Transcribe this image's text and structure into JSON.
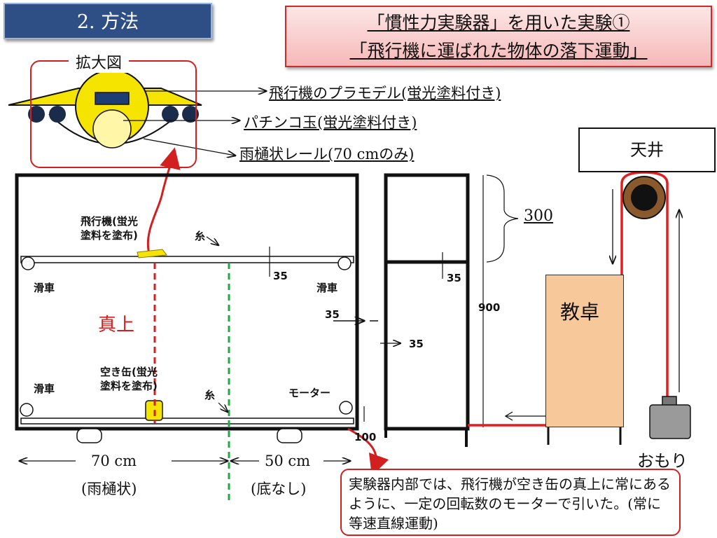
{
  "section_badge": "2.  方法",
  "title": {
    "line1": "「慣性力実験器」を用いた実験①",
    "line2": "「飛行機に運ばれた物体の落下運動」"
  },
  "zoom": {
    "title": "拡大図",
    "callouts": {
      "model": "飛行機のプラモデル(蛍光塗料付き)",
      "ball": "パチンコ玉(蛍光塗料付き)",
      "rail": "雨樋状レール(70 cmのみ)"
    }
  },
  "apparatus": {
    "plane_label_1": "飛行機(蛍光",
    "plane_label_2": "塗料を塗布)",
    "string_label": "糸",
    "pulley_label": "滑車",
    "can_label_1": "空き缶(蛍光",
    "can_label_2": "塗料を塗布)",
    "motor_label": "モーター",
    "directly_above": "真上",
    "dim_35": "35",
    "dim_300": "300",
    "dim_900": "900",
    "dim_100": "100"
  },
  "bottom": {
    "left_length": "70 cm",
    "left_note": "(雨樋状)",
    "right_length": "50 cm",
    "right_note": "(底なし)"
  },
  "room": {
    "ceiling": "天井",
    "desk": "教卓",
    "weight": "おもり"
  },
  "note": "実験器内部では、飛行機が空き缶の真上に常にあるように、一定の回転数のモーターで引いた。(常に等速直線運動)",
  "colors": {
    "badge": "#2d4f86",
    "accent_red": "#d21f1f",
    "green_line": "#22a84a",
    "desk": "#f7c899",
    "plane_yellow": "#f5e400",
    "pulley_brown": "#8a5a2c"
  }
}
